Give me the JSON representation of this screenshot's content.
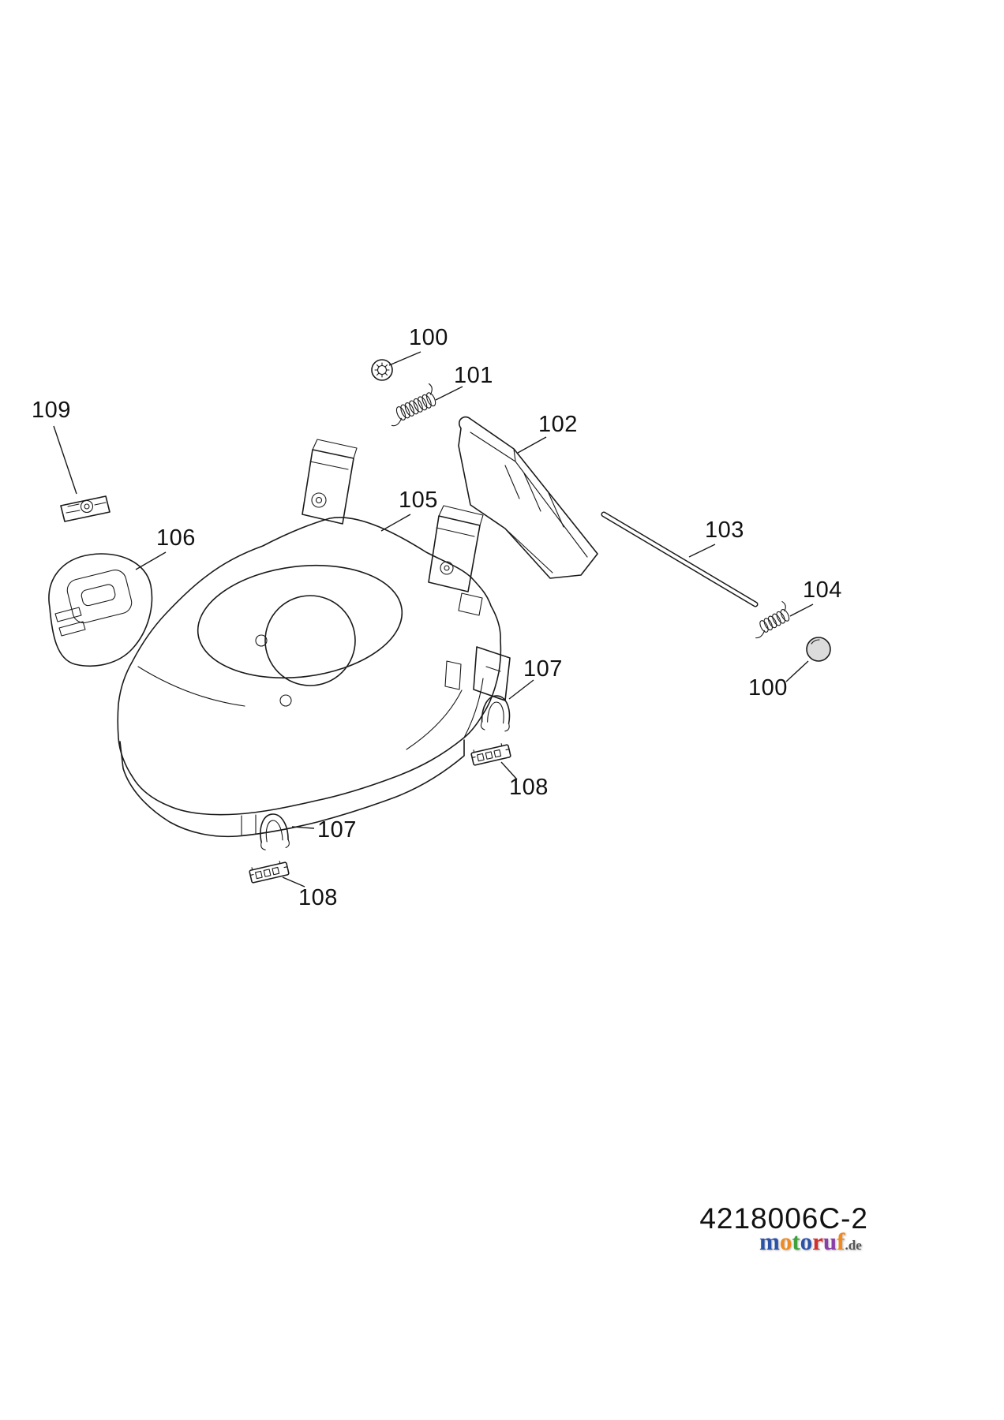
{
  "colors": {
    "line": "#1a1a1a",
    "plug_fill": "#dcdcdc"
  },
  "callouts": [
    {
      "id": "100-top",
      "text": "100"
    },
    {
      "id": "101",
      "text": "101"
    },
    {
      "id": "102",
      "text": "102"
    },
    {
      "id": "103",
      "text": "103"
    },
    {
      "id": "104",
      "text": "104"
    },
    {
      "id": "100-right",
      "text": "100"
    },
    {
      "id": "105",
      "text": "105"
    },
    {
      "id": "106",
      "text": "106"
    },
    {
      "id": "109",
      "text": "109"
    },
    {
      "id": "107-right",
      "text": "107"
    },
    {
      "id": "108-right",
      "text": "108"
    },
    {
      "id": "107-front",
      "text": "107"
    },
    {
      "id": "108-front",
      "text": "108"
    }
  ],
  "footer": {
    "diagram_code": "4218006C-2"
  },
  "watermark": {
    "letters": [
      {
        "char": "m",
        "color": "#2b52a8"
      },
      {
        "char": "o",
        "color": "#f08a1e"
      },
      {
        "char": "t",
        "color": "#3da23d"
      },
      {
        "char": "o",
        "color": "#2b52a8"
      },
      {
        "char": "r",
        "color": "#d22f2f"
      },
      {
        "char": "u",
        "color": "#8a3fa8"
      },
      {
        "char": "f",
        "color": "#f08a1e"
      }
    ],
    "suffix": ".de",
    "suffix_color": "#555555"
  }
}
